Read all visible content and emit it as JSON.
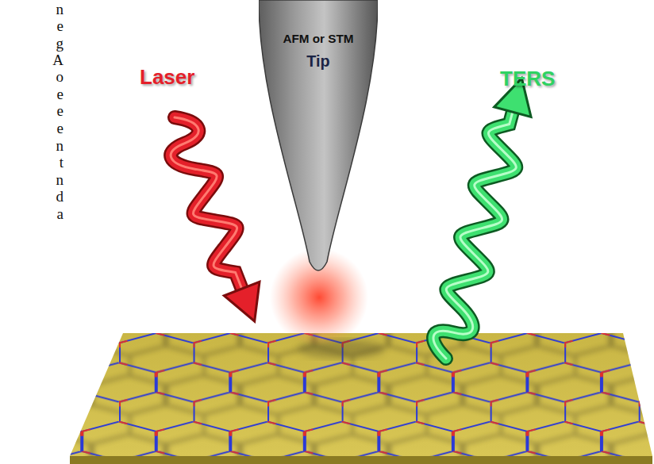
{
  "diagram": {
    "nodes": [
      {
        "text": [
          "AFM or STM",
          "Tip"
        ]
      }
    ],
    "labels": [
      "n",
      "e",
      "g",
      "A",
      "o",
      "e",
      "e",
      "e",
      "n",
      "t",
      "n",
      "d",
      "a",
      "Laser",
      "TERS"
    ]
  }
}
